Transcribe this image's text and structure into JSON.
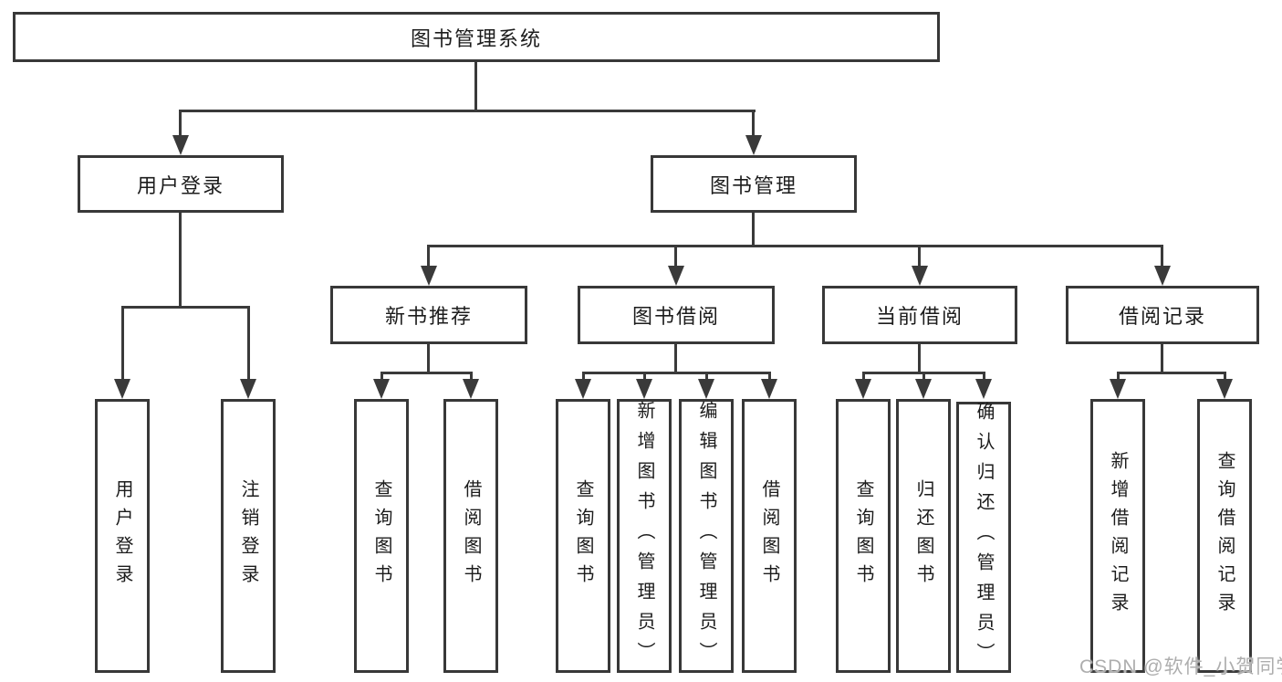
{
  "tree": {
    "label": "图书管理系统",
    "children": [
      {
        "label": "用户登录",
        "children": [
          {
            "label": "用户登录"
          },
          {
            "label": "注销登录"
          }
        ]
      },
      {
        "label": "图书管理",
        "children": [
          {
            "label": "新书推荐",
            "children": [
              {
                "label": "查询图书"
              },
              {
                "label": "借阅图书"
              }
            ]
          },
          {
            "label": "图书借阅",
            "children": [
              {
                "label": "查询图书"
              },
              {
                "label": "新增图书（管理员）"
              },
              {
                "label": "编辑图书（管理员）"
              },
              {
                "label": "借阅图书"
              }
            ]
          },
          {
            "label": "当前借阅",
            "children": [
              {
                "label": "查询图书"
              },
              {
                "label": "归还图书"
              },
              {
                "label": "确认归还（管理员）"
              }
            ]
          },
          {
            "label": "借阅记录",
            "children": [
              {
                "label": "新增借阅记录"
              },
              {
                "label": "查询借阅记录"
              }
            ]
          }
        ]
      }
    ]
  },
  "watermark": "CSDN @软件_小贺同学",
  "colors": {
    "line": "#3a3a3a",
    "box_border": "#383838",
    "box_fill": "#ffffff",
    "text": "#1c1c1c",
    "watermark": "#aeaeae"
  }
}
